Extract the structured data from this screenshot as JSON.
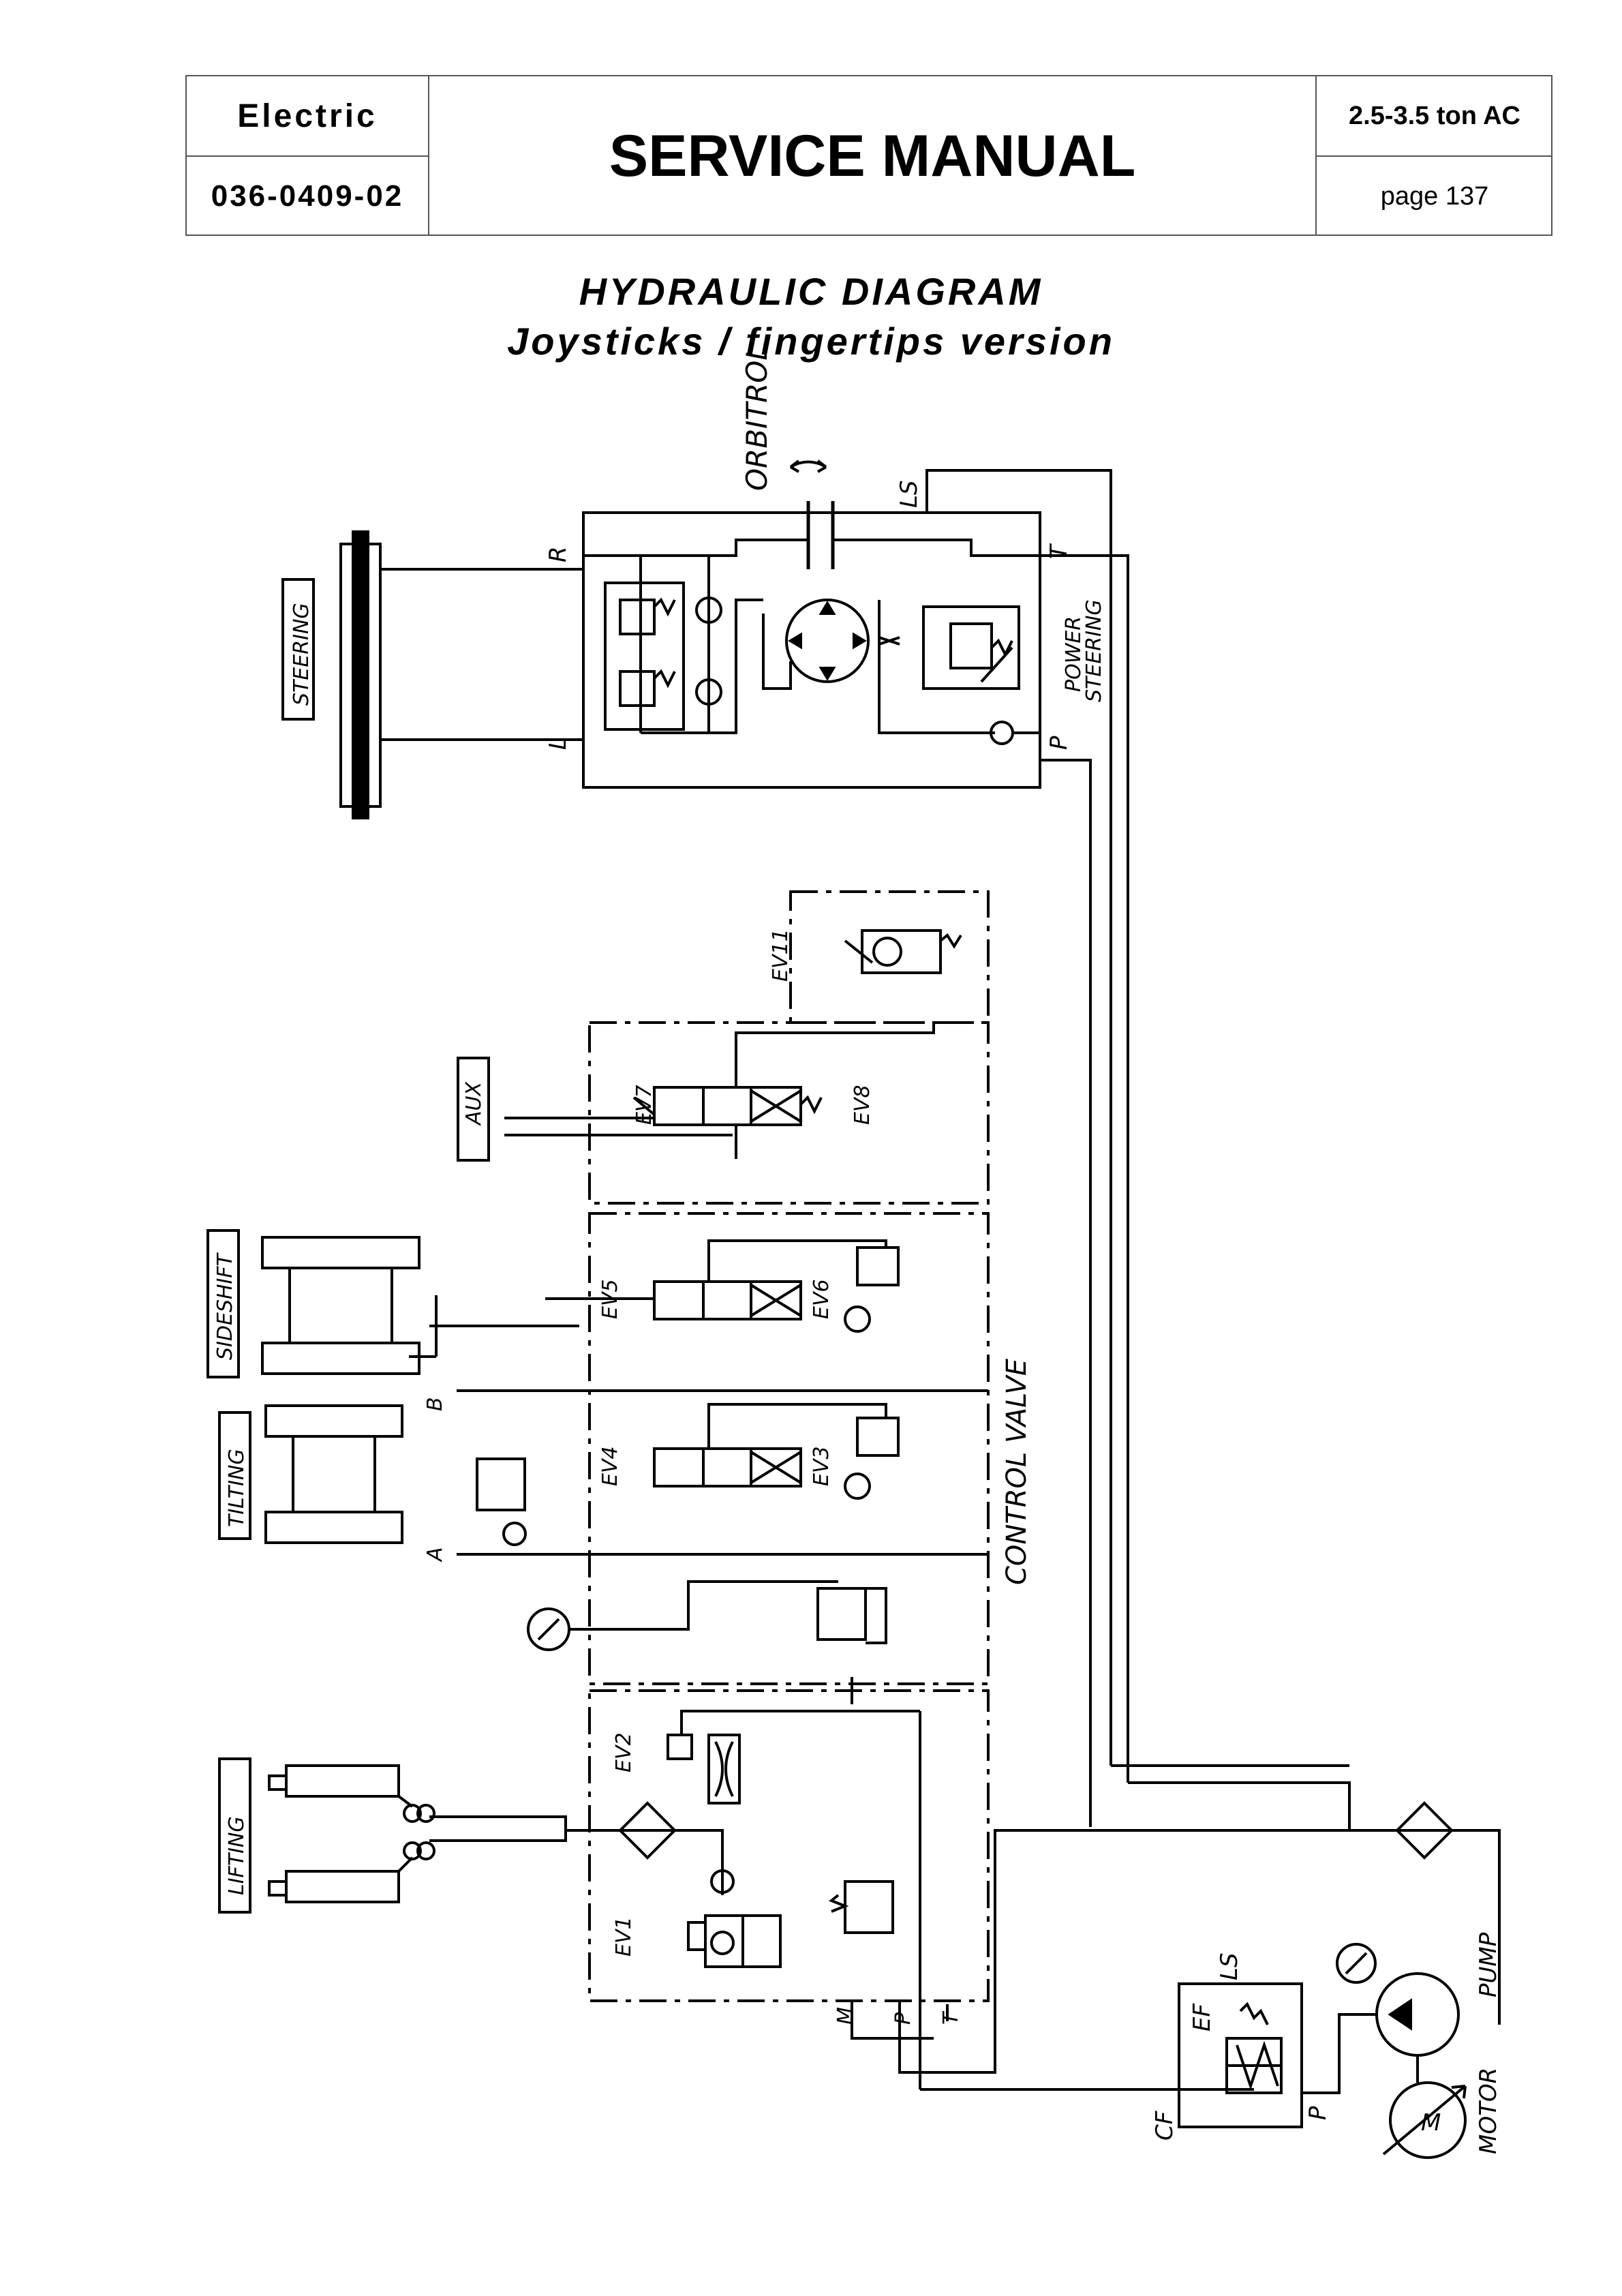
{
  "header": {
    "brand": "Electric",
    "doc_number": "036-0409-02",
    "title": "SERVICE MANUAL",
    "model": "2.5-3.5  ton AC",
    "page": "page 137"
  },
  "diagram": {
    "title": "HYDRAULIC DIAGRAM",
    "subtitle": "Joysticks / fingertips version"
  },
  "labels": {
    "orbitrol": "ORBITROL",
    "steering": "STEERING",
    "power_steering_1": "POWER",
    "power_steering_2": "STEERING",
    "port_r": "R",
    "port_l": "L",
    "port_t": "T",
    "port_p": "P",
    "port_ls": "LS",
    "aux": "AUX",
    "sideshift": "SIDESHIFT",
    "tilting": "TILTING",
    "lifting": "LIFTING",
    "control_valve": "CONTROL VALVE",
    "ev1": "EV1",
    "ev2": "EV2",
    "ev3": "EV3",
    "ev4": "EV4",
    "ev5": "EV5",
    "ev6": "EV6",
    "ev7": "EV7",
    "ev8": "EV8",
    "ev11": "EV11",
    "port_a": "A",
    "port_b": "B",
    "port_m": "M",
    "port_p2": "P",
    "port_t2": "T",
    "pump": "PUMP",
    "motor": "MOTOR",
    "motor_m": "M",
    "ef": "EF",
    "cf": "CF",
    "ls2": "LS",
    "p3": "P"
  }
}
